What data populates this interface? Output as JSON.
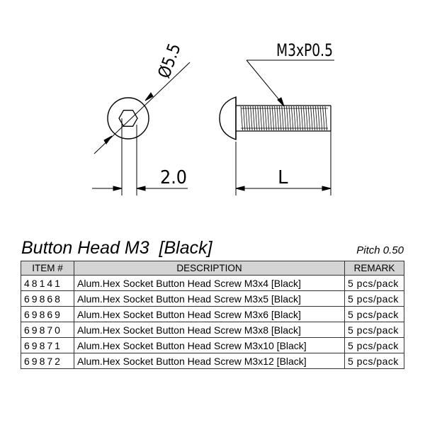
{
  "drawing": {
    "thread_label": "M3xP0.5",
    "diameter_label": "Ø5.5",
    "head_height_label": "2.0",
    "length_label": "L"
  },
  "title": "Button Head M3  [Black]",
  "pitch": "Pitch 0.50",
  "table": {
    "headers": [
      "ITEM #",
      "DESCRIPTION",
      "REMARK"
    ],
    "rows": [
      {
        "item": "48141",
        "description": "Alum.Hex Socket Button Head Screw M3x4 [Black]",
        "remark": "5 pcs/pack"
      },
      {
        "item": "69868",
        "description": "Alum.Hex Socket Button Head Screw M3x5 [Black]",
        "remark": "5 pcs/pack"
      },
      {
        "item": "69869",
        "description": "Alum.Hex Socket Button Head Screw M3x6 [Black]",
        "remark": "5 pcs/pack"
      },
      {
        "item": "69870",
        "description": "Alum.Hex Socket Button Head Screw M3x8 [Black]",
        "remark": "5 pcs/pack"
      },
      {
        "item": "69871",
        "description": "Alum.Hex Socket Button Head Screw M3x10 [Black]",
        "remark": "5 pcs/pack"
      },
      {
        "item": "69872",
        "description": "Alum.Hex Socket Button Head Screw M3x12 [Black]",
        "remark": "5 pcs/pack"
      }
    ]
  }
}
